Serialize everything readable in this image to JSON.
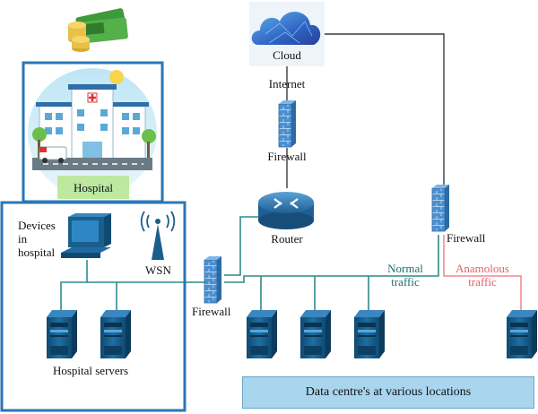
{
  "labels": {
    "cloud": "Cloud",
    "internet": "Internet",
    "firewall_top": "Firewall",
    "router": "Router",
    "firewall_left": "Firewall",
    "firewall_right": "Firewall",
    "hospital": "Hospital",
    "devices": "Devices\nin\nhospital",
    "wsn": "WSN",
    "hospital_servers": "Hospital servers",
    "normal_traffic": "Normal\ntraffic",
    "anomalous_traffic": "Anamolous\ntraffic",
    "data_centres": "Data centre's at various locations"
  },
  "colors": {
    "line_dark": "#3a3a3a",
    "line_teal": "#2f8a8a",
    "line_red": "#f08a96",
    "frame_blue": "#2a76b8",
    "server_blue": "#1a5e8c",
    "firewall_blue": "#3d86c6",
    "data_bar": "#a9d6ee"
  }
}
